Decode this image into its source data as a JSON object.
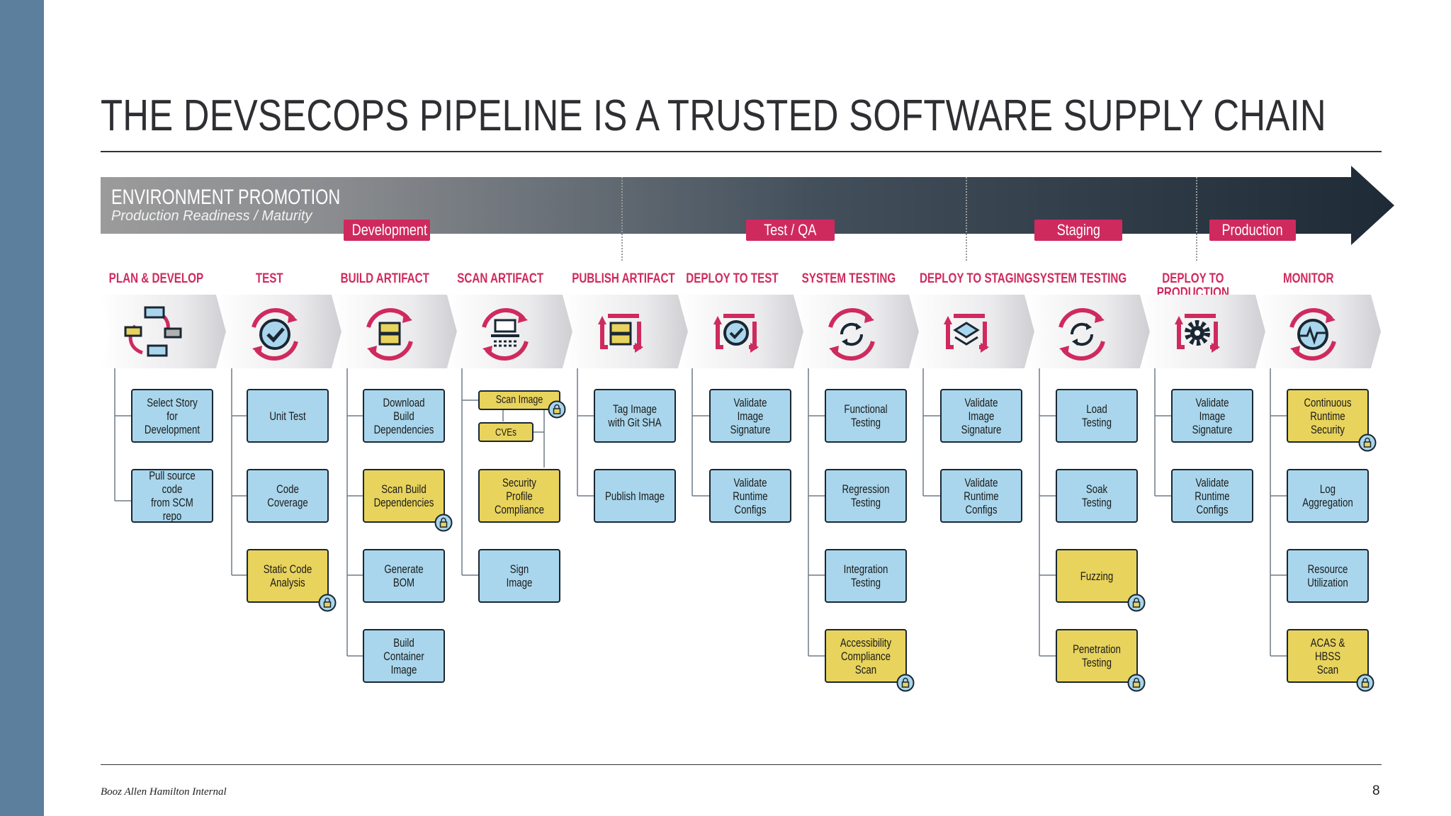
{
  "title": "THE DEVSECOPS PIPELINE IS A TRUSTED SOFTWARE SUPPLY CHAIN",
  "environment": {
    "title": "ENVIRONMENT PROMOTION",
    "subtitle": "Production Readiness / Maturity",
    "tags": [
      "Development",
      "Test / QA",
      "Staging",
      "Production"
    ]
  },
  "colors": {
    "accent": "#cf2a5e",
    "box_blue": "#a9d6ec",
    "box_yellow": "#e8d35d",
    "sidebar": "#5b7f9c",
    "arrow_dark": "#1e2a36"
  },
  "stages": [
    {
      "label": "PLAN & DEVELOP",
      "icon": "flowchart-icon",
      "tasks": [
        {
          "label": "Select Story for\nDevelopment",
          "security": false
        },
        {
          "label": "Pull source code\nfrom SCM repo",
          "security": false
        }
      ]
    },
    {
      "label": "TEST",
      "icon": "check-circle-icon",
      "tasks": [
        {
          "label": "Unit Test",
          "security": false
        },
        {
          "label": "Code Coverage",
          "security": false
        },
        {
          "label": "Static Code\nAnalysis",
          "security": true
        }
      ]
    },
    {
      "label": "BUILD ARTIFACT",
      "icon": "build-artifact-icon",
      "tasks": [
        {
          "label": "Download Build\nDependencies",
          "security": false
        },
        {
          "label": "Scan Build\nDependencies",
          "security": true
        },
        {
          "label": "Generate BOM",
          "security": false
        },
        {
          "label": "Build Container\nImage",
          "security": false
        }
      ]
    },
    {
      "label": "SCAN ARTIFACT",
      "icon": "scanner-icon",
      "tasks": [
        {
          "label": "Scan Image",
          "security": true
        },
        {
          "label": "CVEs",
          "security": true
        },
        {
          "label": "Security Profile\nCompliance",
          "security": true
        },
        {
          "label": "Sign\nImage",
          "security": false
        }
      ]
    },
    {
      "label": "PUBLISH ARTIFACT",
      "icon": "publish-artifact-icon",
      "tasks": [
        {
          "label": "Tag Image\nwith Git SHA",
          "security": false
        },
        {
          "label": "Publish Image",
          "security": false
        }
      ]
    },
    {
      "label": "DEPLOY TO TEST",
      "icon": "deploy-check-icon",
      "tasks": [
        {
          "label": "Validate Image\nSignature",
          "security": false
        },
        {
          "label": "Validate\nRuntime Configs",
          "security": false
        }
      ]
    },
    {
      "label": "SYSTEM TESTING",
      "icon": "refresh-icon",
      "tasks": [
        {
          "label": "Functional\nTesting",
          "security": false
        },
        {
          "label": "Regression\nTesting",
          "security": false
        },
        {
          "label": "Integration\nTesting",
          "security": false
        },
        {
          "label": "Accessibility\nCompliance\nScan",
          "security": true
        }
      ]
    },
    {
      "label": "DEPLOY TO STAGING",
      "icon": "layers-icon",
      "tasks": [
        {
          "label": "Validate Image\nSignature",
          "security": false
        },
        {
          "label": "Validate\nRuntime Configs",
          "security": false
        }
      ]
    },
    {
      "label": "SYSTEM TESTING",
      "icon": "refresh-icon",
      "tasks": [
        {
          "label": "Load\nTesting",
          "security": false
        },
        {
          "label": "Soak\nTesting",
          "security": false
        },
        {
          "label": "Fuzzing",
          "security": true
        },
        {
          "label": "Penetration\nTesting",
          "security": true
        }
      ]
    },
    {
      "label": "DEPLOY TO\nPRODUCTION",
      "icon": "gear-icon",
      "tasks": [
        {
          "label": "Validate Image\nSignature",
          "security": false
        },
        {
          "label": "Validate\nRuntime Configs",
          "security": false
        }
      ]
    },
    {
      "label": "MONITOR",
      "icon": "heartbeat-icon",
      "tasks": [
        {
          "label": "Continuous\nRuntime\nSecurity",
          "security": true
        },
        {
          "label": "Log Aggregation",
          "security": false
        },
        {
          "label": "Resource\nUtilization",
          "security": false
        },
        {
          "label": "ACAS & HBSS\nScan",
          "security": true
        }
      ]
    }
  ],
  "footer": {
    "left": "Booz Allen Hamilton Internal",
    "page": "8"
  }
}
